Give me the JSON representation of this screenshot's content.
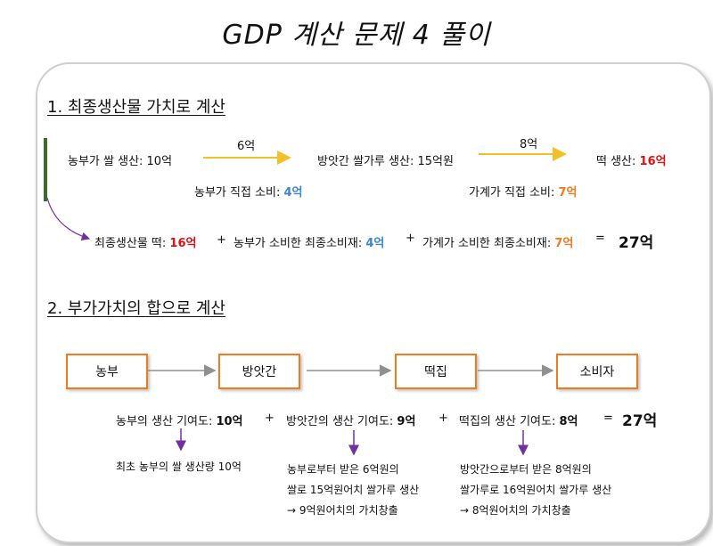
{
  "title": "GDP 계산 문제 4 풀이",
  "section1": {
    "heading": "1. 최종생산물 가치로 계산",
    "farmer_production": "농부가 쌀 생산: 10억",
    "arrow1_label": "6억",
    "mill_production": "방앗간 쌀가루 생산: 15억원",
    "arrow2_label": "8억",
    "ricecake_label": "떡 생산: ",
    "ricecake_value": "16억",
    "farmer_consumption_label": "농부가 직접 소비: ",
    "farmer_consumption_value": "4억",
    "household_consumption_label": "가계가 직접 소비: ",
    "household_consumption_value": "7억",
    "sum_term1_label": "최종생산물 떡: ",
    "sum_term1_value": "16억",
    "plus": "+",
    "sum_term2_label": "농부가 소비한 최종소비재: ",
    "sum_term2_value": "4억",
    "sum_term3_label": "가계가 소비한 최종소비재: ",
    "sum_term3_value": "7억",
    "equals": "=",
    "total": "27억"
  },
  "section2": {
    "heading": "2. 부가가치의 합으로 계산",
    "boxes": [
      "농부",
      "방앗간",
      "떡집",
      "소비자"
    ],
    "term1_label": "농부의 생산 기여도: ",
    "term1_value": "10억",
    "term2_label": "방앗간의 생산 기여도: ",
    "term2_value": "9억",
    "term3_label": "떡집의 생산 기여도: ",
    "term3_value": "8억",
    "plus": "+",
    "equals": "=",
    "total": "27억",
    "note1": "최초 농부의 쌀 생산량 10억",
    "note2": [
      "농부로부터 받은 6억원의",
      "쌀로 15억원어치 쌀가루 생산",
      "→ 9억원어치의 가치창출"
    ],
    "note3": [
      "방앗간으로부터 받은 8억원의",
      "쌀가루로 16억원어치 쌀가루 생산",
      "→ 8억원어치의 가치창출"
    ]
  },
  "colors": {
    "red": "#e01010",
    "blue": "#3d86c6",
    "orange": "#f07a1e",
    "yellow_arrow": "#f2c028",
    "purple_arrow": "#7030a0",
    "green_bar": "#3d6b2a"
  }
}
